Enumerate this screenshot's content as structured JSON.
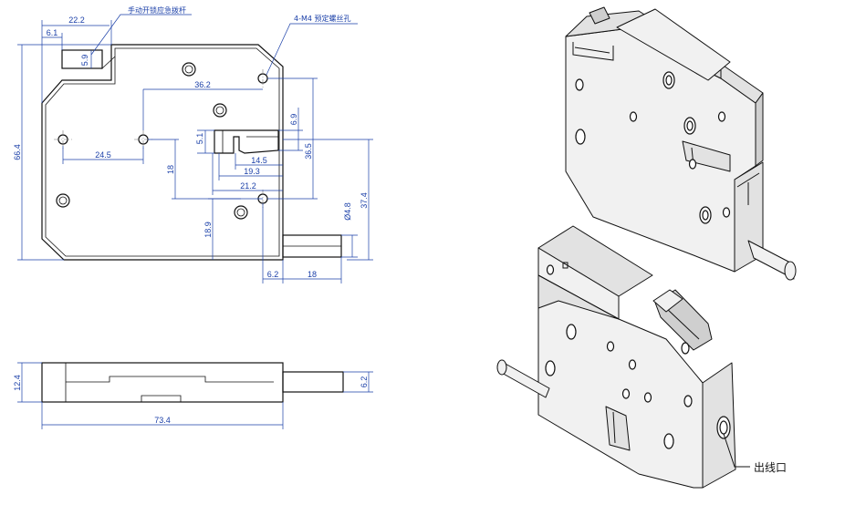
{
  "front_view": {
    "dims": {
      "d22_2": "22.2",
      "d6_1": "6.1",
      "d5_9": "5.9",
      "d36_2": "36.2",
      "d6_9": "6.9",
      "d5_1": "5.1",
      "d24_5": "24.5",
      "d14_5": "14.5",
      "d36_5": "36.5",
      "d19_3": "19.3",
      "d18_v": "18",
      "d21_2": "21.2",
      "d37_4": "37.4",
      "d4_8": "Ø4.8",
      "d18_9": "18.9",
      "d66_4": "66.4",
      "d6_2": "6.2",
      "d18_h": "18"
    },
    "note_manual": "手动开锁应急拨杆",
    "note_holes": "4-M4 预定螺丝孔"
  },
  "bottom_view": {
    "dims": {
      "d12_4": "12.4",
      "d6_2": "6.2",
      "d73_4": "73.4"
    }
  },
  "iso_view": {
    "label_wire_outlet": "出线口"
  }
}
